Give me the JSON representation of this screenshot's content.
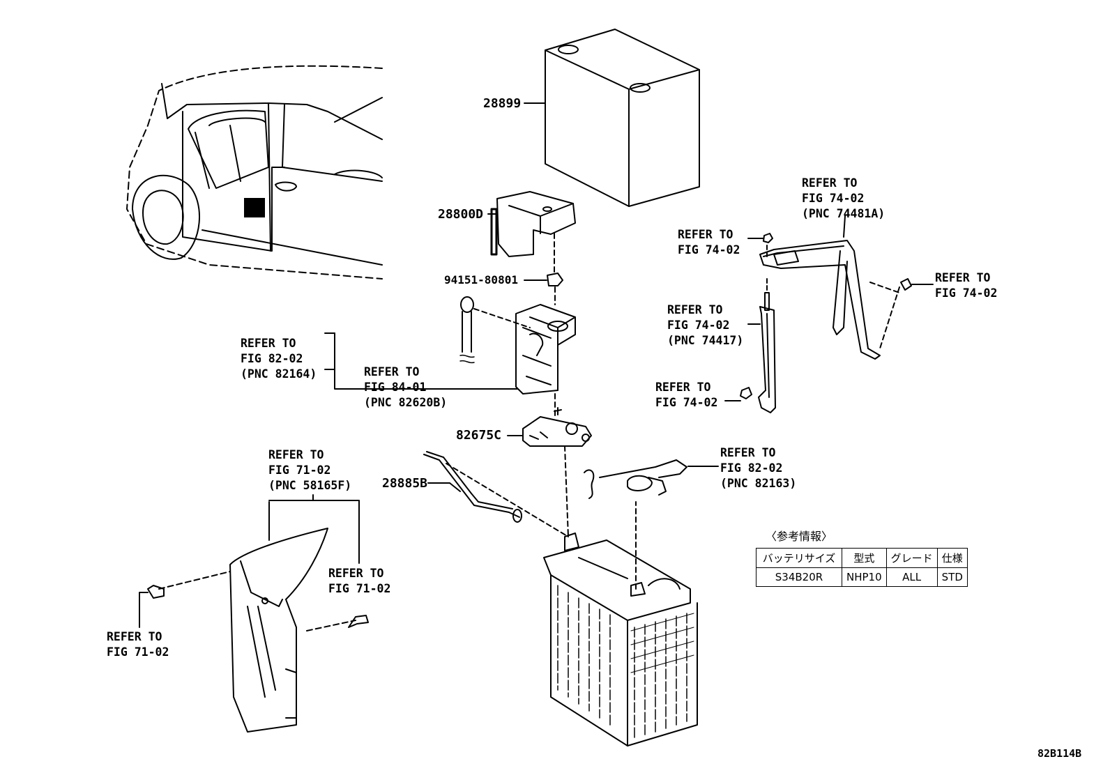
{
  "parts": {
    "p28899": "28899",
    "p28800d": "28800D",
    "p94151": "94151-80801",
    "p82675c": "82675C",
    "p28885b": "28885B"
  },
  "refs": {
    "r82164": {
      "l1": "REFER TO",
      "l2": "FIG 82-02",
      "l3": "(PNC 82164)"
    },
    "r82620b": {
      "l1": "REFER TO",
      "l2": "FIG 84-01",
      "l3": "(PNC 82620B)"
    },
    "r74481a": {
      "l1": "REFER TO",
      "l2": "FIG 74-02",
      "l3": "(PNC 74481A)"
    },
    "r7402a": {
      "l1": "REFER TO",
      "l2": "FIG 74-02"
    },
    "r7402b": {
      "l1": "REFER TO",
      "l2": "FIG 74-02"
    },
    "r74417": {
      "l1": "REFER TO",
      "l2": "FIG 74-02",
      "l3": "(PNC 74417)"
    },
    "r7402c": {
      "l1": "REFER TO",
      "l2": "FIG 74-02"
    },
    "r82163": {
      "l1": "REFER TO",
      "l2": "FIG 82-02",
      "l3": "(PNC 82163)"
    },
    "r58165f": {
      "l1": "REFER TO",
      "l2": "FIG 71-02",
      "l3": "(PNC 58165F)"
    },
    "r7102a": {
      "l1": "REFER TO",
      "l2": "FIG 71-02"
    },
    "r7102b": {
      "l1": "REFER TO",
      "l2": "FIG 71-02"
    }
  },
  "info": {
    "title": "〈参考情報〉",
    "headers": [
      "バッテリサイズ",
      "型式",
      "グレード",
      "仕様"
    ],
    "row": [
      "S34B20R",
      "NHP10",
      "ALL",
      "STD"
    ]
  },
  "figure_id": "82B114B"
}
